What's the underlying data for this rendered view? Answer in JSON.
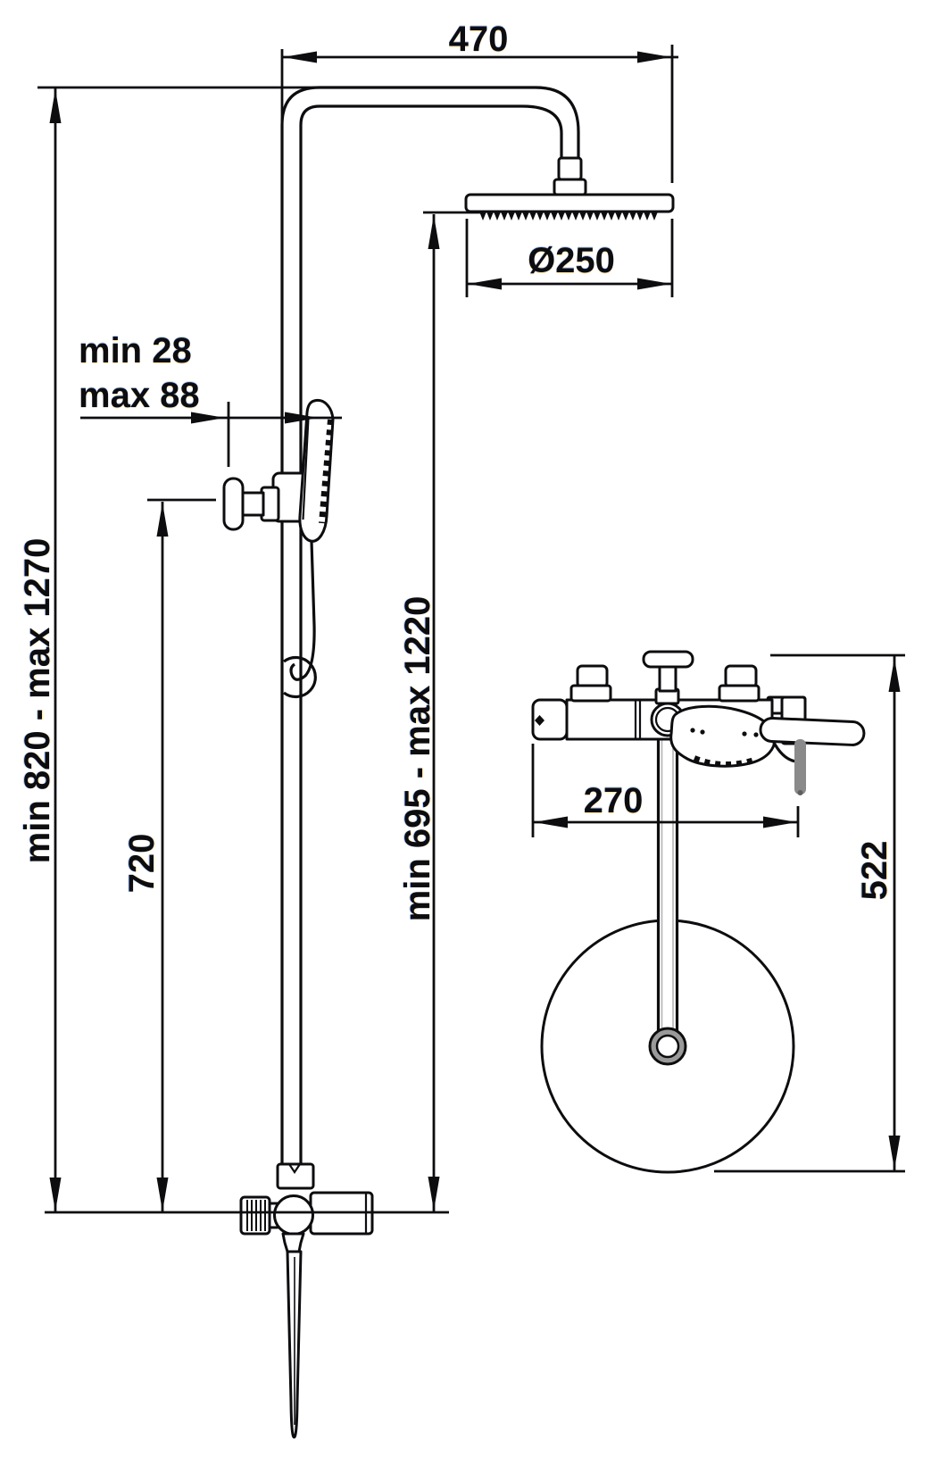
{
  "drawing": {
    "type": "technical-dimension-drawing",
    "subject": "thermostatic shower column with overhead shower, hand shower and bath mixer (front view and plan view)",
    "background_color": "#ffffff",
    "line_color": "#0d0d10",
    "hose_gray_color": "#8a8a8a",
    "front_view": {
      "dim_arm_projection": "470",
      "dim_head_diameter": "Ø250",
      "dim_offset_min": "min 28",
      "dim_offset_max": "max 88",
      "dim_column_height_range": "min 820 - max 1270",
      "dim_slider_to_mixer": "720",
      "dim_head_height_range": "min 695 - max 1220"
    },
    "plan_view": {
      "dim_mixer_width": "270",
      "dim_projection_depth": "522"
    }
  }
}
